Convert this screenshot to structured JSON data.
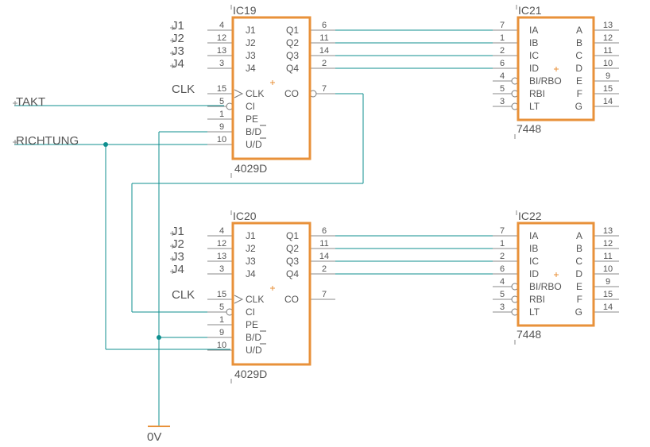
{
  "colors": {
    "wire": "#0f8f8f",
    "chip_outline": "#e8913a",
    "text": "#555555",
    "pin_line": "#8a8a8a"
  },
  "nets": {
    "takt": "TAKT",
    "richtung": "RICHTUNG",
    "gnd": "0V",
    "clk": "CLK",
    "j1": "J1",
    "j2": "J2",
    "j3": "J3",
    "j4": "J4"
  },
  "chips": {
    "ic19": {
      "ref": "IC19",
      "value": "4029D",
      "left_pins": [
        {
          "num": "4",
          "name": "J1"
        },
        {
          "num": "12",
          "name": "J2"
        },
        {
          "num": "13",
          "name": "J3"
        },
        {
          "num": "3",
          "name": "J4"
        },
        {
          "num": "15",
          "name": "CLK"
        },
        {
          "num": "5",
          "name": "CI"
        },
        {
          "num": "1",
          "name": "PE"
        },
        {
          "num": "9",
          "name": "B/D"
        },
        {
          "num": "10",
          "name": "U/D"
        }
      ],
      "right_pins": [
        {
          "num": "6",
          "name": "Q1"
        },
        {
          "num": "11",
          "name": "Q2"
        },
        {
          "num": "14",
          "name": "Q3"
        },
        {
          "num": "2",
          "name": "Q4"
        },
        {
          "num": "7",
          "name": "CO"
        }
      ]
    },
    "ic20": {
      "ref": "IC20",
      "value": "4029D",
      "left_pins": [
        {
          "num": "4",
          "name": "J1"
        },
        {
          "num": "12",
          "name": "J2"
        },
        {
          "num": "13",
          "name": "J3"
        },
        {
          "num": "3",
          "name": "J4"
        },
        {
          "num": "15",
          "name": "CLK"
        },
        {
          "num": "5",
          "name": "CI"
        },
        {
          "num": "1",
          "name": "PE"
        },
        {
          "num": "9",
          "name": "B/D"
        },
        {
          "num": "10",
          "name": "U/D"
        }
      ],
      "right_pins": [
        {
          "num": "6",
          "name": "Q1"
        },
        {
          "num": "11",
          "name": "Q2"
        },
        {
          "num": "14",
          "name": "Q3"
        },
        {
          "num": "2",
          "name": "Q4"
        },
        {
          "num": "7",
          "name": "CO"
        }
      ]
    },
    "ic21": {
      "ref": "IC21",
      "value": "7448",
      "left_pins": [
        {
          "num": "7",
          "name": "IA"
        },
        {
          "num": "1",
          "name": "IB"
        },
        {
          "num": "2",
          "name": "IC"
        },
        {
          "num": "6",
          "name": "ID"
        },
        {
          "num": "4",
          "name": "BI/RBO"
        },
        {
          "num": "5",
          "name": "RBI"
        },
        {
          "num": "3",
          "name": "LT"
        }
      ],
      "right_pins": [
        {
          "num": "13",
          "name": "A"
        },
        {
          "num": "12",
          "name": "B"
        },
        {
          "num": "11",
          "name": "C"
        },
        {
          "num": "10",
          "name": "D"
        },
        {
          "num": "9",
          "name": "E"
        },
        {
          "num": "15",
          "name": "F"
        },
        {
          "num": "14",
          "name": "G"
        }
      ]
    },
    "ic22": {
      "ref": "IC22",
      "value": "7448",
      "left_pins": [
        {
          "num": "7",
          "name": "IA"
        },
        {
          "num": "1",
          "name": "IB"
        },
        {
          "num": "2",
          "name": "IC"
        },
        {
          "num": "6",
          "name": "ID"
        },
        {
          "num": "4",
          "name": "BI/RBO"
        },
        {
          "num": "5",
          "name": "RBI"
        },
        {
          "num": "3",
          "name": "LT"
        }
      ],
      "right_pins": [
        {
          "num": "13",
          "name": "A"
        },
        {
          "num": "12",
          "name": "B"
        },
        {
          "num": "11",
          "name": "C"
        },
        {
          "num": "10",
          "name": "D"
        },
        {
          "num": "9",
          "name": "E"
        },
        {
          "num": "15",
          "name": "F"
        },
        {
          "num": "14",
          "name": "G"
        }
      ]
    }
  }
}
